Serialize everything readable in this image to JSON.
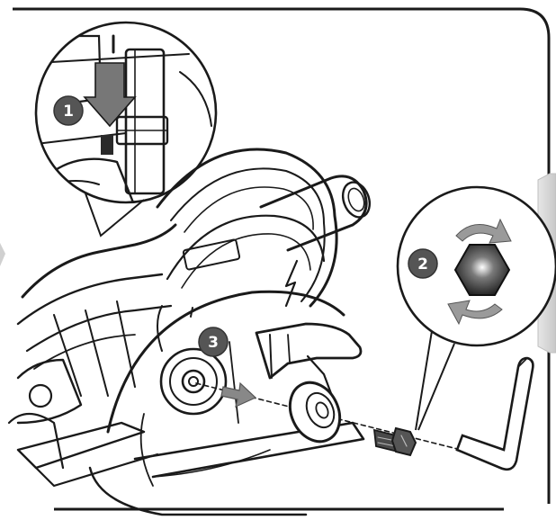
{
  "steps": [
    {
      "number": "1",
      "action": "press-spindle-lock"
    },
    {
      "number": "2",
      "action": "turn-bolt-with-hex-key"
    },
    {
      "number": "3",
      "action": "remove-outer-flange"
    }
  ],
  "icons": [
    "down-arrow-icon",
    "hex-bolt-icon",
    "rotate-cw-arrow-icon",
    "rotate-ccw-arrow-icon",
    "right-arrow-icon"
  ],
  "colors": {
    "line": "#1a1a1a",
    "badge_fill": "#555555",
    "badge_text": "#ffffff",
    "arrow_gray": "#8a8a8a",
    "panel_edge": "#d9d9d9",
    "background": "#ffffff"
  }
}
